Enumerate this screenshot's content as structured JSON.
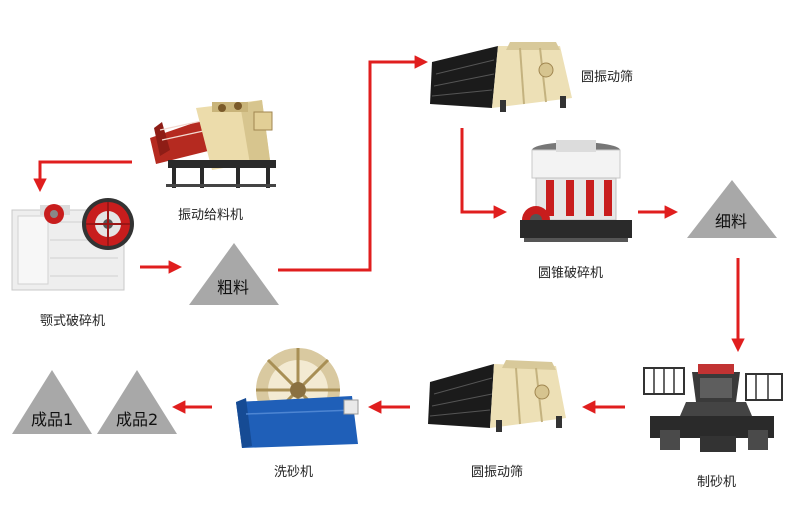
{
  "diagram": {
    "feeder": {
      "label": "振动给料机"
    },
    "jaw_crusher": {
      "label": "颚式破碎机"
    },
    "coarse": {
      "label": "粗料"
    },
    "screen_top": {
      "label": "圆振动筛"
    },
    "cone_crusher": {
      "label": "圆锥破碎机"
    },
    "fine": {
      "label": "细料"
    },
    "sand_maker": {
      "label": "制砂机"
    },
    "screen_bottom": {
      "label": "圆振动筛"
    },
    "sand_washer": {
      "label": "洗砂机"
    },
    "product_1": {
      "label": "成品1"
    },
    "product_2": {
      "label": "成品2"
    }
  },
  "colors": {
    "arrow": "#e01e1e",
    "pile": "#a8a8a8",
    "screen_body": "#ede0b6",
    "screen_deck": "#1b1b1b",
    "washer_blue": "#1f5fb8",
    "machine_white": "#f1f1f1",
    "feeder_red": "#b52a20"
  }
}
